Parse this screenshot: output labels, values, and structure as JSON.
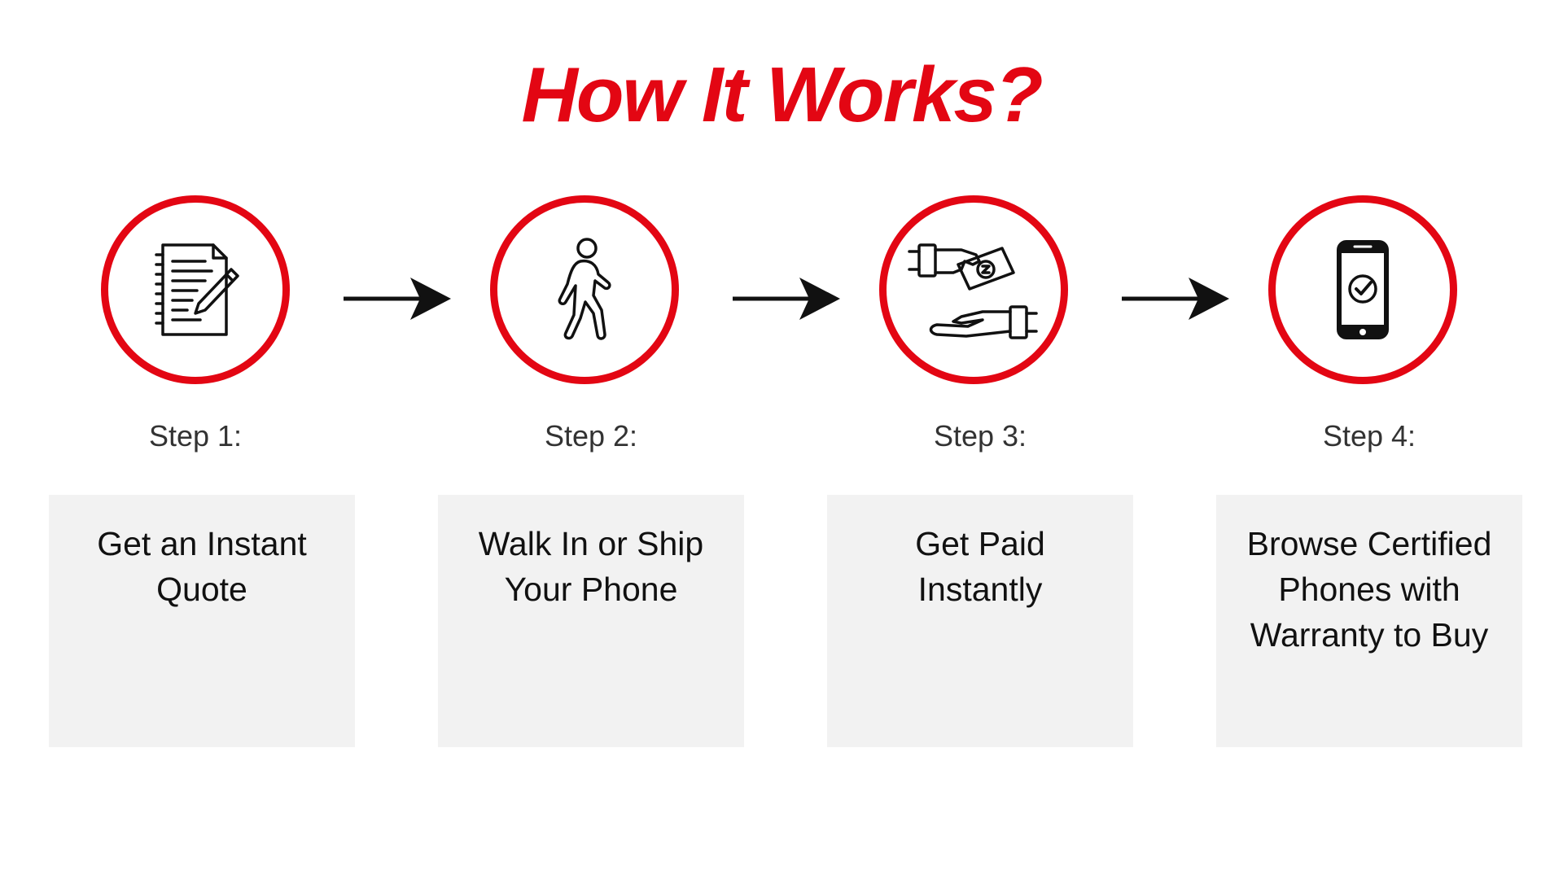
{
  "title": "How It Works?",
  "colors": {
    "accent": "#e30613",
    "box_background": "#f2f2f2",
    "step_label": "#333333",
    "description": "#111111"
  },
  "steps": [
    {
      "label": "Step 1:",
      "description": "Get an Instant\nQuote",
      "icon": "quote-document-pencil-icon"
    },
    {
      "label": "Step 2:",
      "description": "Walk In or Ship\nYour Phone",
      "icon": "walking-person-icon"
    },
    {
      "label": "Step 3:",
      "description": "Get Paid\nInstantly",
      "icon": "cash-payment-hands-icon"
    },
    {
      "label": "Step 4:",
      "description": "Browse Certified\nPhones with\nWarranty to Buy",
      "icon": "phone-checkmark-icon"
    }
  ]
}
